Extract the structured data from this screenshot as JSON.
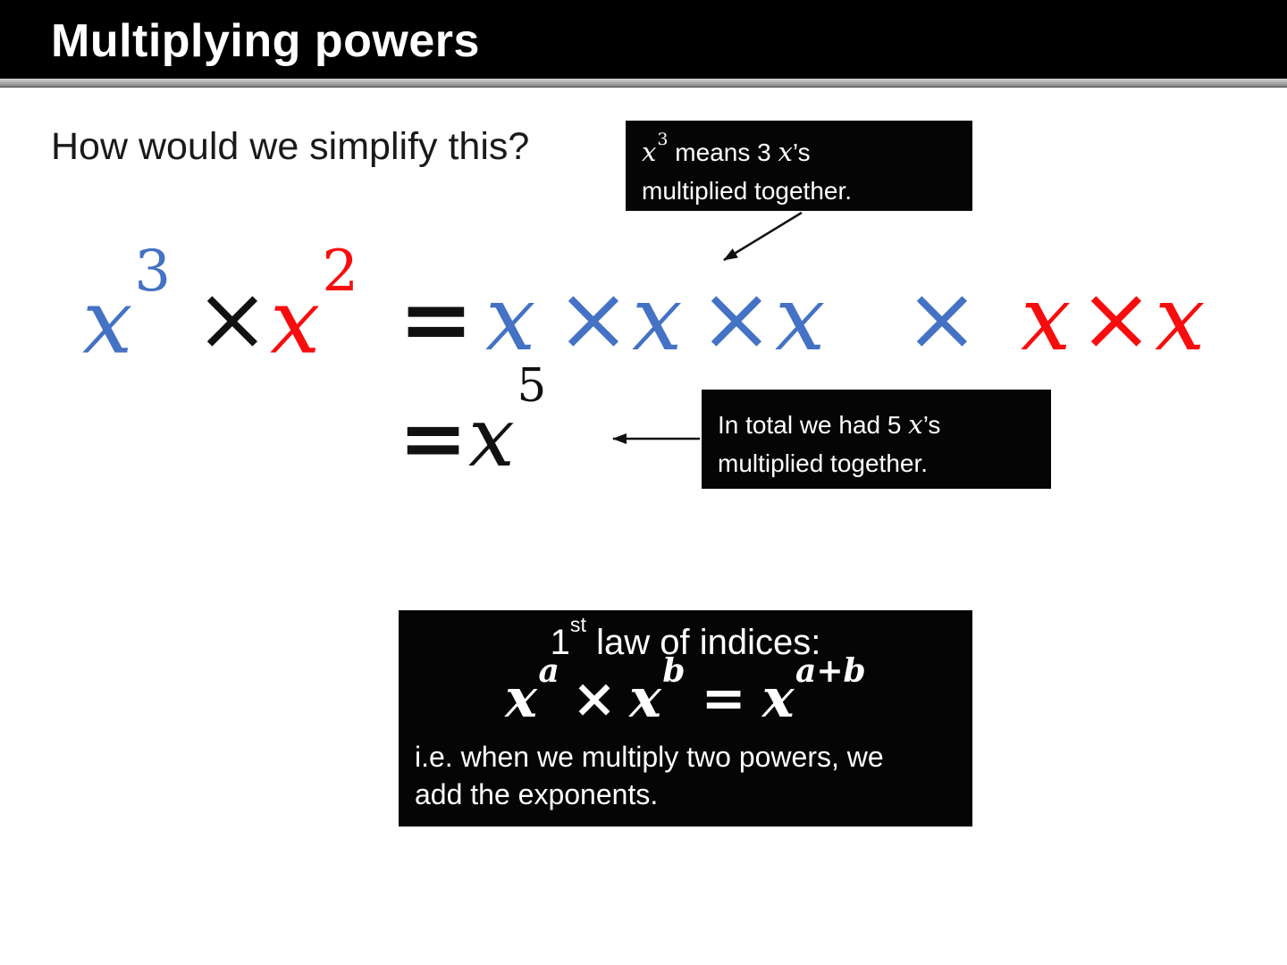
{
  "title": "Multiplying powers",
  "question": "How would we simplify this?",
  "colors": {
    "accent_blue": "#4472C4",
    "accent_red": "#F70D0D",
    "callout_background": "#050505",
    "title_bar_background": "#000000"
  },
  "callout1": {
    "x": "x",
    "exp": "3",
    "mid": " means 3 ",
    "x2": "x",
    "tail": "’s",
    "line2": "multiplied together."
  },
  "callout2": {
    "pre": "In total we had 5 ",
    "x": "x",
    "tail": "’s",
    "line2": "multiplied together."
  },
  "equation": {
    "lhs": {
      "x3_base": "x",
      "x3_exp": "3",
      "times": "×",
      "x2_base": "x",
      "x2_exp": "2",
      "equals": "="
    },
    "rhs": [
      {
        "t": "x"
      },
      {
        "t": "×"
      },
      {
        "t": "x"
      },
      {
        "t": "×"
      },
      {
        "t": "x"
      },
      {
        "t": "×"
      },
      {
        "t": "x"
      },
      {
        "t": "×"
      },
      {
        "t": "x"
      }
    ]
  },
  "result": {
    "equals": "=",
    "base": "x",
    "exp": "5"
  },
  "law": {
    "heading_num": "1",
    "heading_sup": "st",
    "heading_rest": " law of indices:",
    "formula": {
      "b1": "x",
      "s1": "a",
      "times": "×",
      "b2": "x",
      "s2": "b",
      "eq": "=",
      "b3": "x",
      "s3": "a+b"
    },
    "note_line1": "i.e. when we multiply two powers, we",
    "note_line2": "add the exponents."
  }
}
